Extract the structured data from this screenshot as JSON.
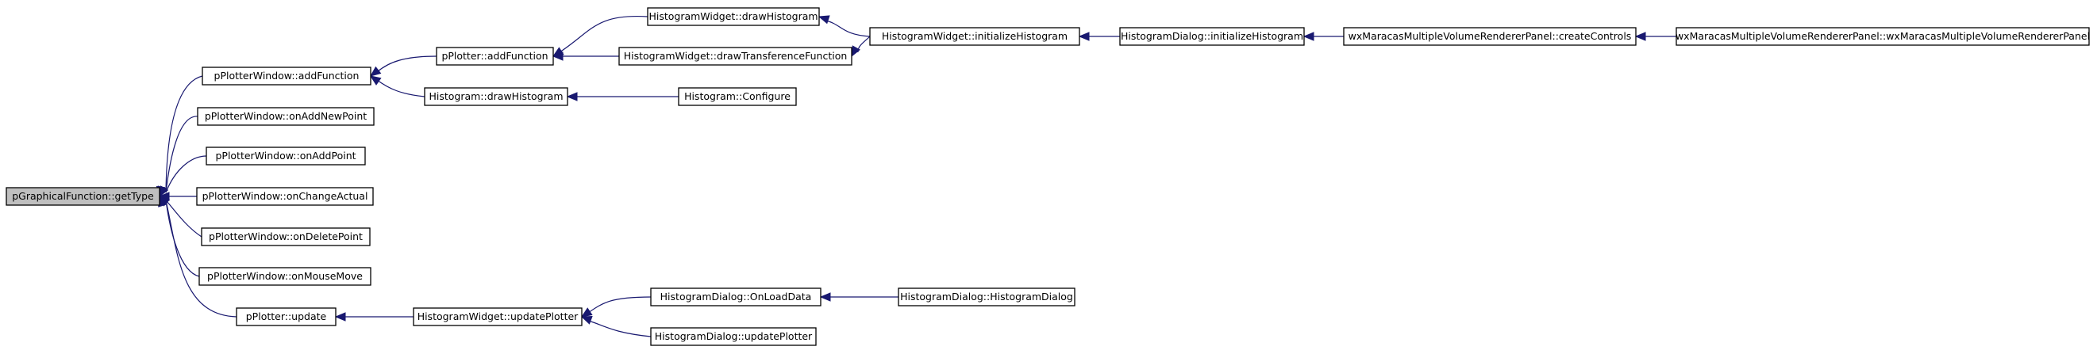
{
  "colors": {
    "edge": "#191970",
    "node_border": "#000000",
    "root_fill": "#bfbfbf",
    "node_fill": "#ffffff"
  },
  "nodes": [
    {
      "id": "n0",
      "label": "pGraphicalFunction::getType",
      "root": true
    },
    {
      "id": "n1",
      "label": "pPlotterWindow::addFunction"
    },
    {
      "id": "n2",
      "label": "pPlotterWindow::onAddNewPoint"
    },
    {
      "id": "n3",
      "label": "pPlotterWindow::onAddPoint"
    },
    {
      "id": "n4",
      "label": "pPlotterWindow::onChangeActual"
    },
    {
      "id": "n5",
      "label": "pPlotterWindow::onDeletePoint"
    },
    {
      "id": "n6",
      "label": "pPlotterWindow::onMouseMove"
    },
    {
      "id": "n7",
      "label": "pPlotter::update"
    },
    {
      "id": "n8",
      "label": "pPlotter::addFunction"
    },
    {
      "id": "n9",
      "label": "Histogram::drawHistogram"
    },
    {
      "id": "n10",
      "label": "HistogramWidget::drawHistogram"
    },
    {
      "id": "n11",
      "label": "HistogramWidget::drawTransferenceFunction"
    },
    {
      "id": "n12",
      "label": "HistogramWidget::initializeHistogram"
    },
    {
      "id": "n13",
      "label": "HistogramDialog::initializeHistogram"
    },
    {
      "id": "n14",
      "label": "wxMaracasMultipleVolumeRendererPanel::createControls"
    },
    {
      "id": "n15",
      "label": "wxMaracasMultipleVolumeRendererPanel::wxMaracasMultipleVolumeRendererPanel"
    },
    {
      "id": "n16",
      "label": "Histogram::Configure"
    },
    {
      "id": "n17",
      "label": "HistogramWidget::updatePlotter"
    },
    {
      "id": "n18",
      "label": "HistogramDialog::OnLoadData"
    },
    {
      "id": "n19",
      "label": "HistogramDialog::updatePlotter"
    },
    {
      "id": "n20",
      "label": "HistogramDialog::HistogramDialog"
    }
  ],
  "edges": [
    {
      "from": "n1",
      "to": "n0"
    },
    {
      "from": "n2",
      "to": "n0"
    },
    {
      "from": "n3",
      "to": "n0"
    },
    {
      "from": "n4",
      "to": "n0"
    },
    {
      "from": "n5",
      "to": "n0"
    },
    {
      "from": "n6",
      "to": "n0"
    },
    {
      "from": "n7",
      "to": "n0"
    },
    {
      "from": "n8",
      "to": "n1"
    },
    {
      "from": "n9",
      "to": "n1"
    },
    {
      "from": "n10",
      "to": "n8"
    },
    {
      "from": "n11",
      "to": "n8"
    },
    {
      "from": "n12",
      "to": "n10"
    },
    {
      "from": "n12",
      "to": "n11"
    },
    {
      "from": "n13",
      "to": "n12"
    },
    {
      "from": "n14",
      "to": "n13"
    },
    {
      "from": "n15",
      "to": "n14"
    },
    {
      "from": "n16",
      "to": "n9"
    },
    {
      "from": "n17",
      "to": "n7"
    },
    {
      "from": "n18",
      "to": "n17"
    },
    {
      "from": "n19",
      "to": "n17"
    },
    {
      "from": "n20",
      "to": "n18"
    }
  ]
}
